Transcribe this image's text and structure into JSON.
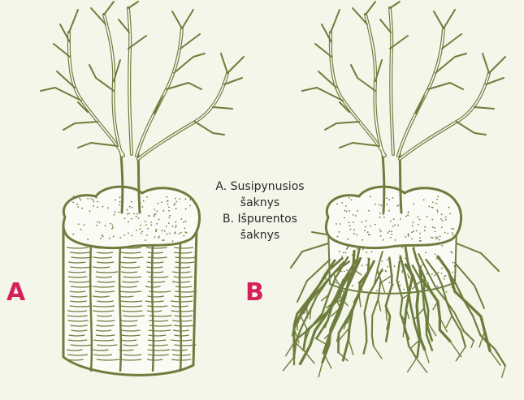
{
  "labels": {
    "a": "A",
    "b": "B"
  },
  "caption": {
    "line1": "A. Susipynusios",
    "line2": "šaknys",
    "line3": "B. Išpurentos",
    "line4": "šaknys"
  },
  "colors": {
    "background": "#f3f6e8",
    "ink": "#6e7d3e",
    "fill": "#fbfbf6",
    "letter": "#d6205a",
    "text": "#2b2b2b"
  }
}
